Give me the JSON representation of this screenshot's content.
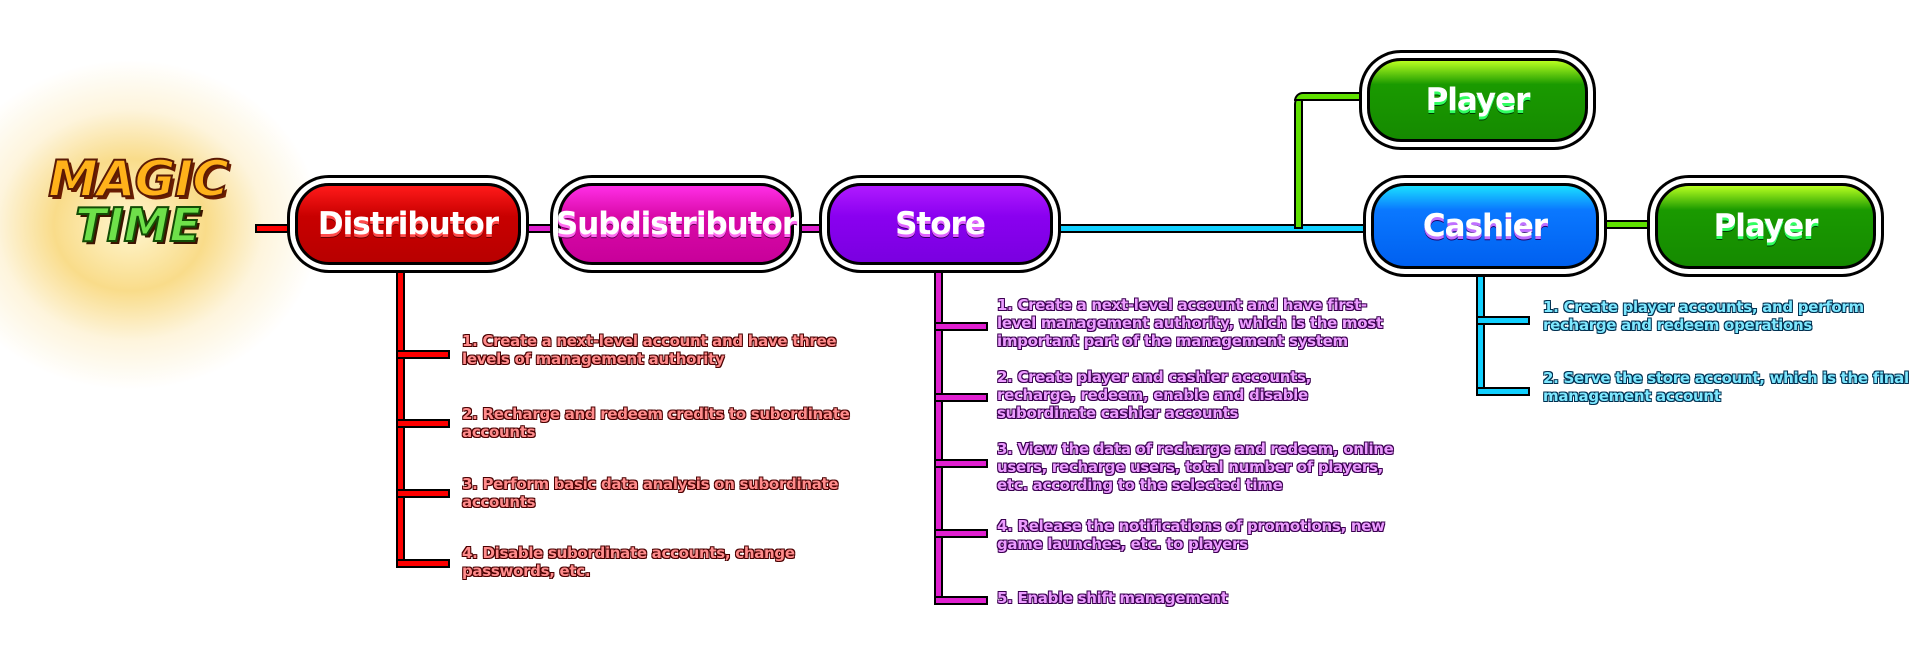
{
  "logo": {
    "line1": "MAGIC",
    "line2": "TIME"
  },
  "nodes": {
    "distributor": "Distributor",
    "subdistributor": "Subdistributor",
    "store": "Store",
    "cashier": "Cashier",
    "player_top": "Player",
    "player_right": "Player"
  },
  "distributor_notes": [
    "1. Create a next-level account and have three levels of management authority",
    "2. Recharge and redeem credits to subordinate accounts",
    "3. Perform basic data analysis on subordinate accounts",
    "4. Disable subordinate accounts, change passwords, etc."
  ],
  "store_notes": [
    "1. Create a next-level account and have first-level management authority, which is the most important part of the management system",
    "2. Create player and cashier accounts, recharge, redeem, enable and disable subordinate cashier accounts",
    "3. View the data of recharge and redeem, online users, recharge users, total number of players, etc. according to the selected time",
    "4. Release the notifications of promotions, new game launches, etc. to players",
    "5. Enable shift management"
  ],
  "cashier_notes": [
    "1. Create player accounts, and perform recharge and redeem operations",
    "2. Serve the store account, which is the final management account"
  ]
}
